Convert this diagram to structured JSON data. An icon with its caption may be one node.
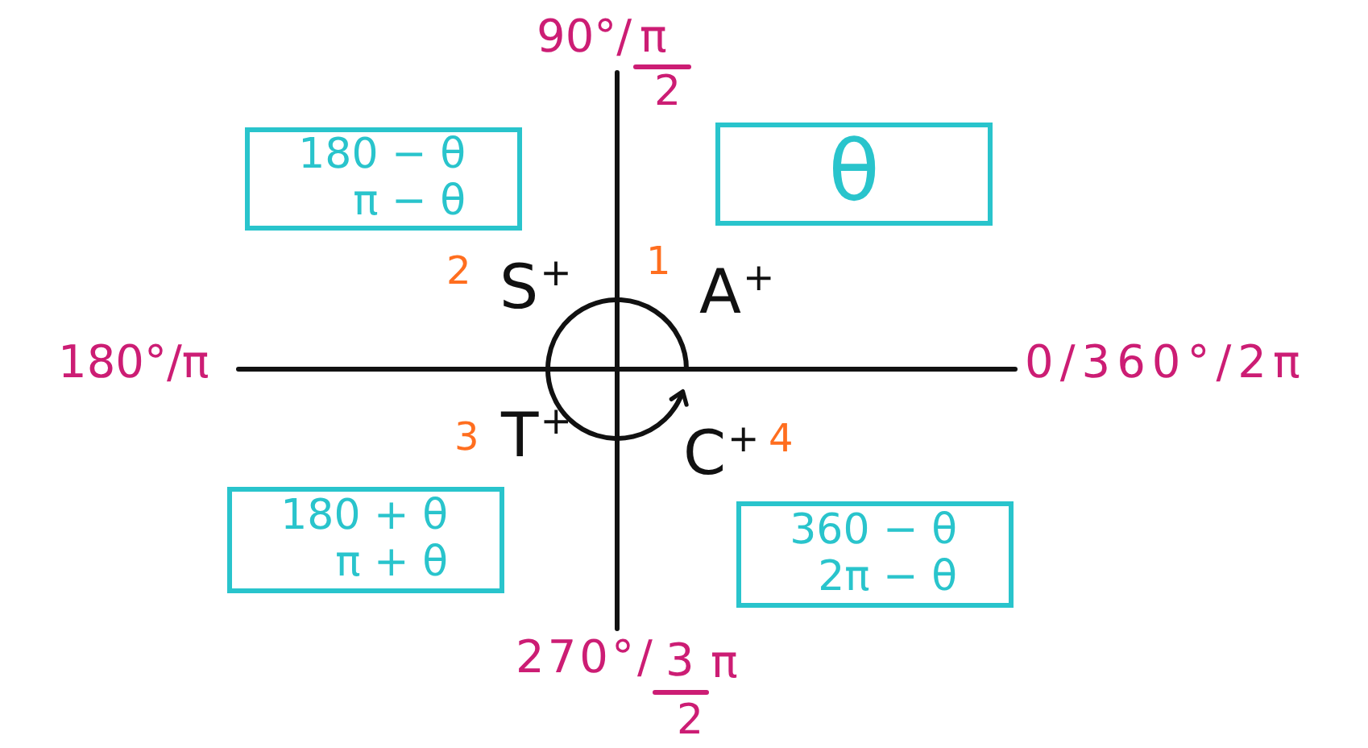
{
  "diagram": {
    "nodes": [
      {
        "text": [
          "180 − θ",
          "π − θ"
        ]
      },
      {
        "text": [
          "θ"
        ]
      },
      {
        "text": [
          "180 + θ",
          "π + θ"
        ]
      },
      {
        "text": [
          "360 − θ",
          "2π − θ"
        ]
      }
    ],
    "labels": [
      "90°/",
      "π",
      "2",
      "2",
      "S$^{+}$",
      "1",
      "A$^{+}$",
      "180°/π",
      "0/360°/2π",
      "3",
      "T$^{+}$",
      "C$^{+}$",
      "4",
      "270°/",
      "3",
      "π",
      "2"
    ]
  }
}
